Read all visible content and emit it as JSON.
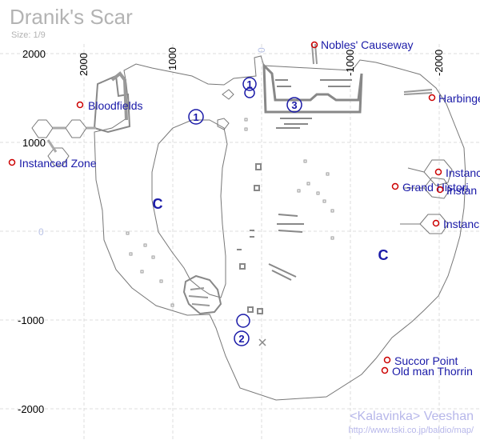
{
  "title": "Dranik's Scar",
  "size_label": "Size: 1/9",
  "credit": {
    "author": "<Kalavinka> Veeshan",
    "url": "http://www.tski.co.jp/baldio/map/"
  },
  "y_axis_labels": [
    "2000",
    "1000",
    "0",
    "-1000",
    "-2000"
  ],
  "x_axis_labels": [
    "2000",
    "1000",
    "0",
    "-1000",
    "-2000"
  ],
  "points_of_interest": [
    {
      "name": "Nobles' Causeway"
    },
    {
      "name": "Bloodfields"
    },
    {
      "name": "Harbinger"
    },
    {
      "name": "Instanced Zone"
    },
    {
      "name": "Instanc"
    },
    {
      "name": "Grand Histori"
    },
    {
      "name": "Instan"
    },
    {
      "name": "Instanc"
    },
    {
      "name": "Succor Point"
    },
    {
      "name": "Old man Thorrin"
    }
  ],
  "markers": [
    "1",
    "1",
    "3",
    "2",
    "C",
    "C"
  ],
  "colors": {
    "terrain_line": "#777777",
    "poi_dot": "#cc0000",
    "label": "#1a1aa8",
    "grid": "#d8d8d8"
  }
}
